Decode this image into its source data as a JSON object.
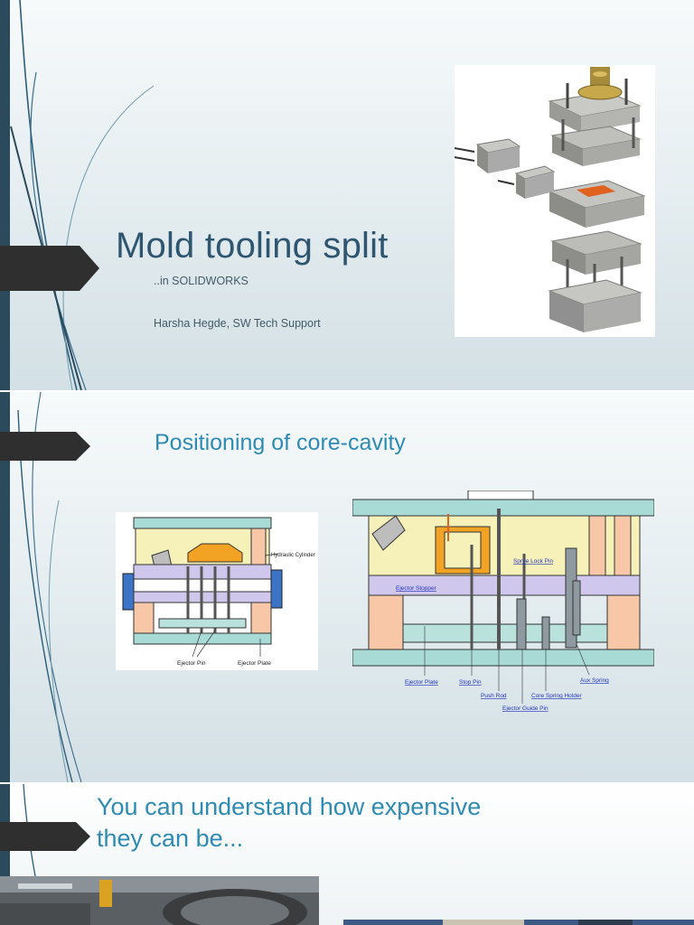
{
  "slide1": {
    "title": "Mold tooling split",
    "subtitle": "..in SOLIDWORKS",
    "author": "Harsha Hegde, SW Tech Support"
  },
  "slide2": {
    "title": "Positioning of core-cavity",
    "left_diagram": {
      "labels": {
        "hydraulic_cylinder": "Hydraulic Cylinder",
        "ejector_pin": "Ejector Pin",
        "ejector_plate": "Ejector Plate"
      }
    },
    "right_diagram": {
      "labels": {
        "sprue_lock_pin": "Sprue Lock Pin",
        "ejector_stopper": "Ejector Stopper",
        "ejector_plate": "Ejector Plate",
        "stop_pin": "Stop Pin",
        "push_rod": "Push Rod",
        "core_spring_holder": "Core Spring Holder",
        "ejector_guide_pin": "Ejector Guide Pin",
        "aux_spring": "Aux Spring"
      }
    }
  },
  "slide3": {
    "title_line1": "You can understand how expensive",
    "title_line2": "they can be..."
  },
  "colors": {
    "sidebar": "#2b4a5c",
    "title_dark": "#2e5670",
    "title_accent": "#2e8bb3",
    "arrow_tab": "#2f2f2f"
  }
}
